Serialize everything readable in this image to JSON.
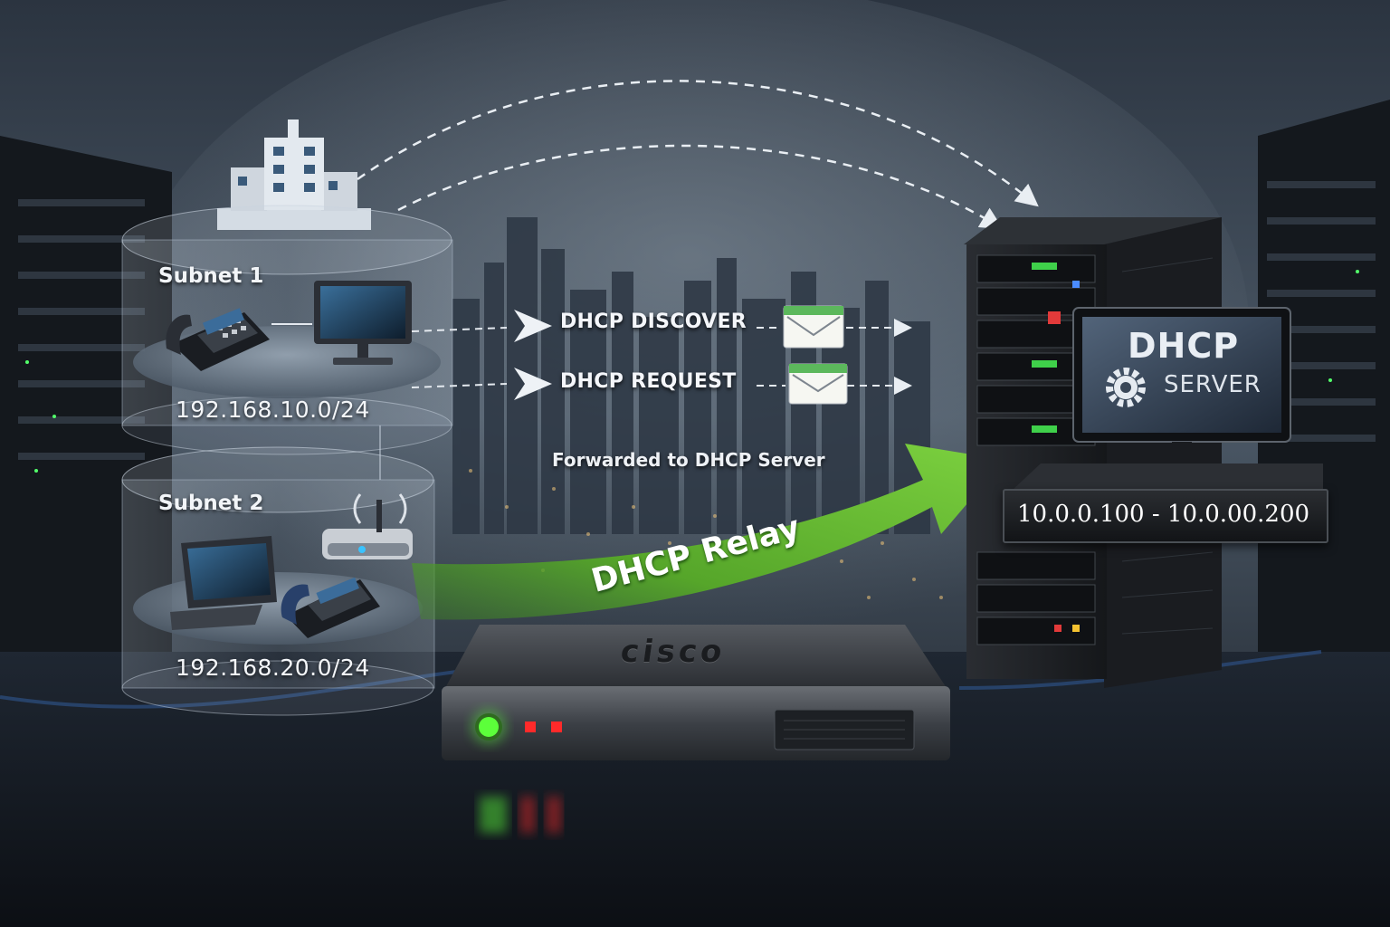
{
  "subnets": [
    {
      "label": "Subnet 1",
      "network": "192.168.10.0/24"
    },
    {
      "label": "Subnet 2",
      "network": "192.168.20.0/24"
    }
  ],
  "flows": [
    {
      "label": "DHCP DISCOVER"
    },
    {
      "label": "DHCP REQUEST"
    }
  ],
  "forward_label": "Forwarded to DHCP Server",
  "relay_label": "DHCP Relay",
  "server": {
    "title": "DHCP",
    "subtitle": "SERVER",
    "address_range": "10.0.0.100 - 10.0.00.200"
  },
  "router": {
    "brand": "cisco",
    "status_leds": [
      "green",
      "red",
      "red"
    ]
  },
  "colors": {
    "relay_arrow": "#5fae2e",
    "led_green": "#5cff3a",
    "led_red": "#ff2a2a",
    "envelope_green": "#5cb85c"
  }
}
